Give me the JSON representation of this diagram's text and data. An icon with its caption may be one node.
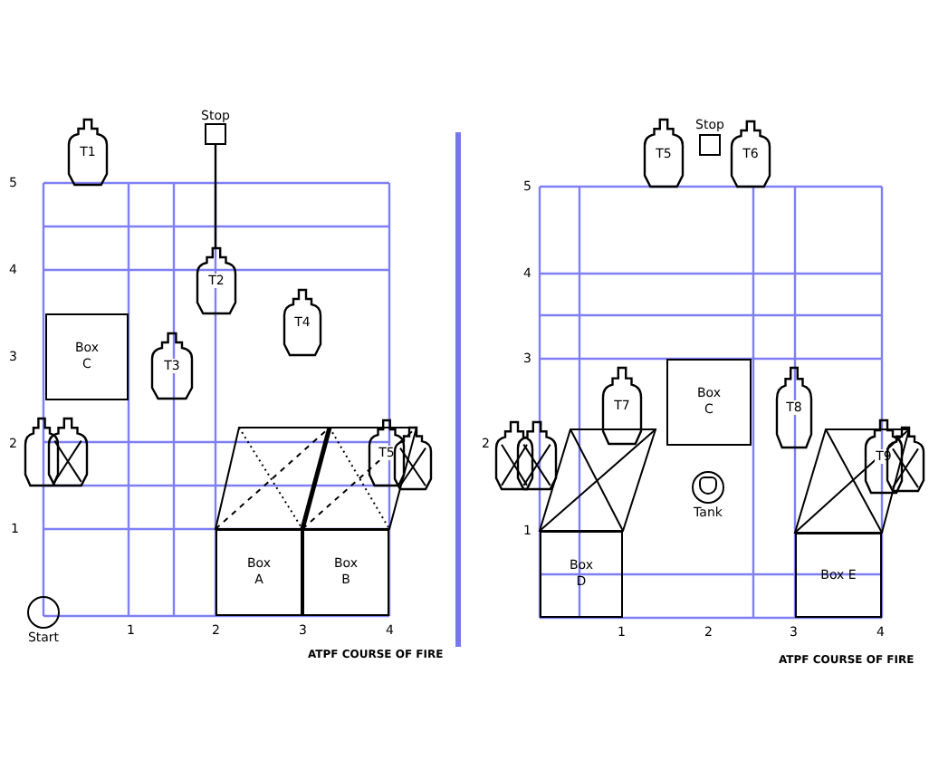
{
  "diagram": {
    "nodes": [
      {
        "text": [
          "T1"
        ]
      },
      {
        "text": [
          "Stop"
        ]
      },
      {
        "text": [
          "T2"
        ]
      },
      {
        "text": [
          "T4"
        ]
      },
      {
        "text": [
          "T3"
        ]
      },
      {
        "text": [
          "Box C"
        ]
      },
      {
        "text": [],
        "shape": "target"
      },
      {
        "text": [],
        "shape": "no-shoot"
      },
      {
        "text": [
          "T5"
        ]
      },
      {
        "text": [],
        "shape": "no-shoot"
      },
      {
        "text": [
          "Box A"
        ]
      },
      {
        "text": [
          "Box B"
        ]
      },
      {
        "text": [
          "Start"
        ]
      },
      {
        "text": [
          "T5"
        ]
      },
      {
        "text": [
          "Stop"
        ]
      },
      {
        "text": [
          "T6"
        ]
      },
      {
        "text": [
          "T7"
        ]
      },
      {
        "text": [
          "Box C"
        ]
      },
      {
        "text": [
          "T8"
        ]
      },
      {
        "text": [],
        "shape": "no-shoot"
      },
      {
        "text": [],
        "shape": "no-shoot"
      },
      {
        "text": [
          "Tank"
        ]
      },
      {
        "text": [
          "T9"
        ]
      },
      {
        "text": [],
        "shape": "no-shoot"
      },
      {
        "text": [
          "Box D"
        ]
      },
      {
        "text": [
          "Box E"
        ]
      }
    ],
    "edges": [
      {
        "from": 1,
        "to": 2,
        "arrow": "none"
      }
    ],
    "labels": [
      "5",
      "4",
      "3",
      "2",
      "1",
      "1",
      "2",
      "3",
      "4",
      "ATPF COURSE OF FIRE",
      "5",
      "4",
      "3",
      "2",
      "1",
      "1",
      "2",
      "3",
      "4",
      "ATPF COURSE OF FIRE"
    ]
  }
}
